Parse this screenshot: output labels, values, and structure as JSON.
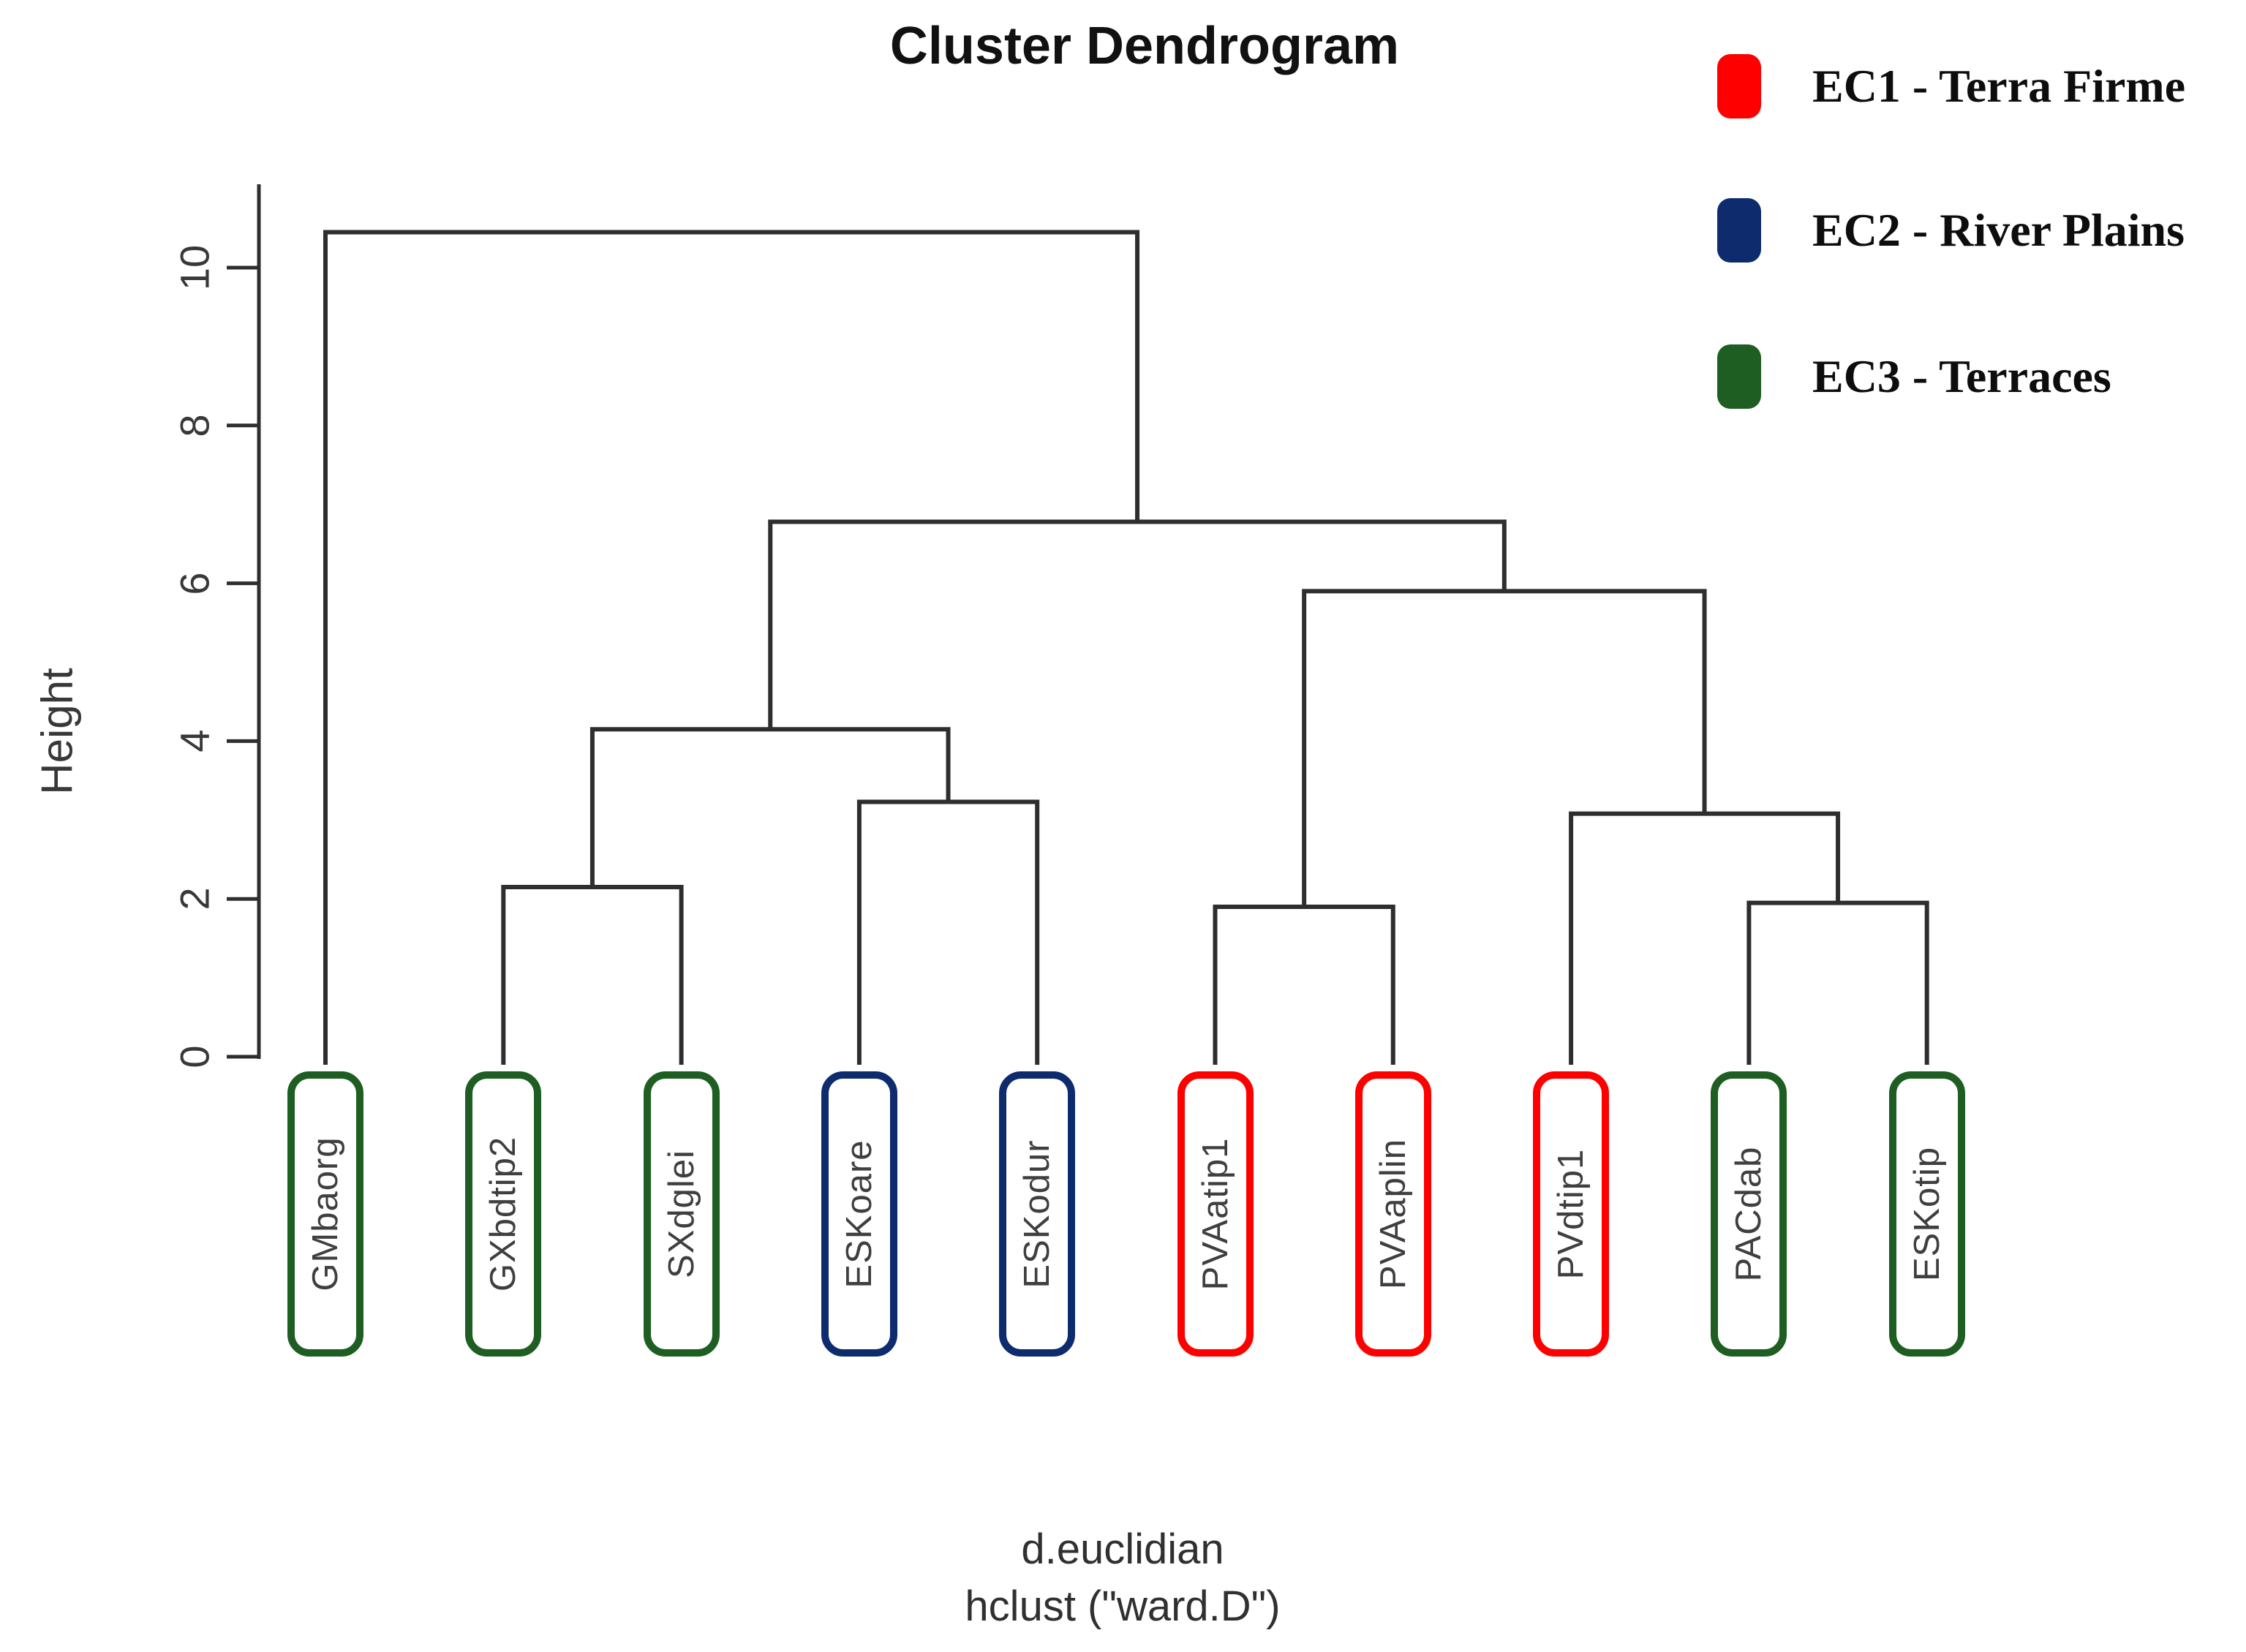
{
  "title": "Cluster Dendrogram",
  "y_axis": {
    "label": "Height",
    "ticks": [
      0,
      2,
      4,
      6,
      8,
      10
    ]
  },
  "caption": {
    "line1": "d.euclidian",
    "line2": "hclust (\"ward.D\")"
  },
  "legend": {
    "items": [
      {
        "label": "EC1 - Terra Firme",
        "group": "EC1",
        "color": "#fe0000"
      },
      {
        "label": "EC2 - River Plains",
        "group": "EC2",
        "color": "#0e2b6d"
      },
      {
        "label": "EC3 - Terraces",
        "group": "EC3",
        "color": "#1f5e22"
      }
    ]
  },
  "groups": {
    "EC1": "#fe0000",
    "EC2": "#0e2b6d",
    "EC3": "#1f5e22"
  },
  "chart_data": {
    "type": "dendrogram",
    "title": "Cluster Dendrogram",
    "ylabel": "Height",
    "ylim": [
      0,
      11
    ],
    "distance": "d.euclidian",
    "method": "hclust (\"ward.D\")",
    "leaves": [
      {
        "label": "GMbaorg",
        "group": "EC3"
      },
      {
        "label": "GXbdtip2",
        "group": "EC3"
      },
      {
        "label": "SXdglei",
        "group": "EC3"
      },
      {
        "label": "ESKoare",
        "group": "EC2"
      },
      {
        "label": "ESKodur",
        "group": "EC2"
      },
      {
        "label": "PVAatip1",
        "group": "EC1"
      },
      {
        "label": "PVAaplin",
        "group": "EC1"
      },
      {
        "label": "PVdtip1",
        "group": "EC1"
      },
      {
        "label": "PACdab",
        "group": "EC3"
      },
      {
        "label": "ESKotip",
        "group": "EC3"
      }
    ],
    "merges": [
      {
        "id": "m1",
        "a": "L6",
        "b": "L7",
        "height": 1.9
      },
      {
        "id": "m2",
        "a": "L9",
        "b": "L10",
        "height": 1.95
      },
      {
        "id": "m3",
        "a": "L2",
        "b": "L3",
        "height": 2.15
      },
      {
        "id": "m4",
        "a": "L4",
        "b": "L5",
        "height": 3.23
      },
      {
        "id": "m5",
        "a": "L8",
        "b": "m2",
        "height": 3.08
      },
      {
        "id": "m6",
        "a": "m3",
        "b": "m4",
        "height": 4.15
      },
      {
        "id": "m7",
        "a": "m1",
        "b": "m5",
        "height": 5.9
      },
      {
        "id": "m8",
        "a": "m6",
        "b": "m7",
        "height": 6.78
      },
      {
        "id": "m9",
        "a": "L1",
        "b": "m8",
        "height": 10.45
      }
    ]
  }
}
